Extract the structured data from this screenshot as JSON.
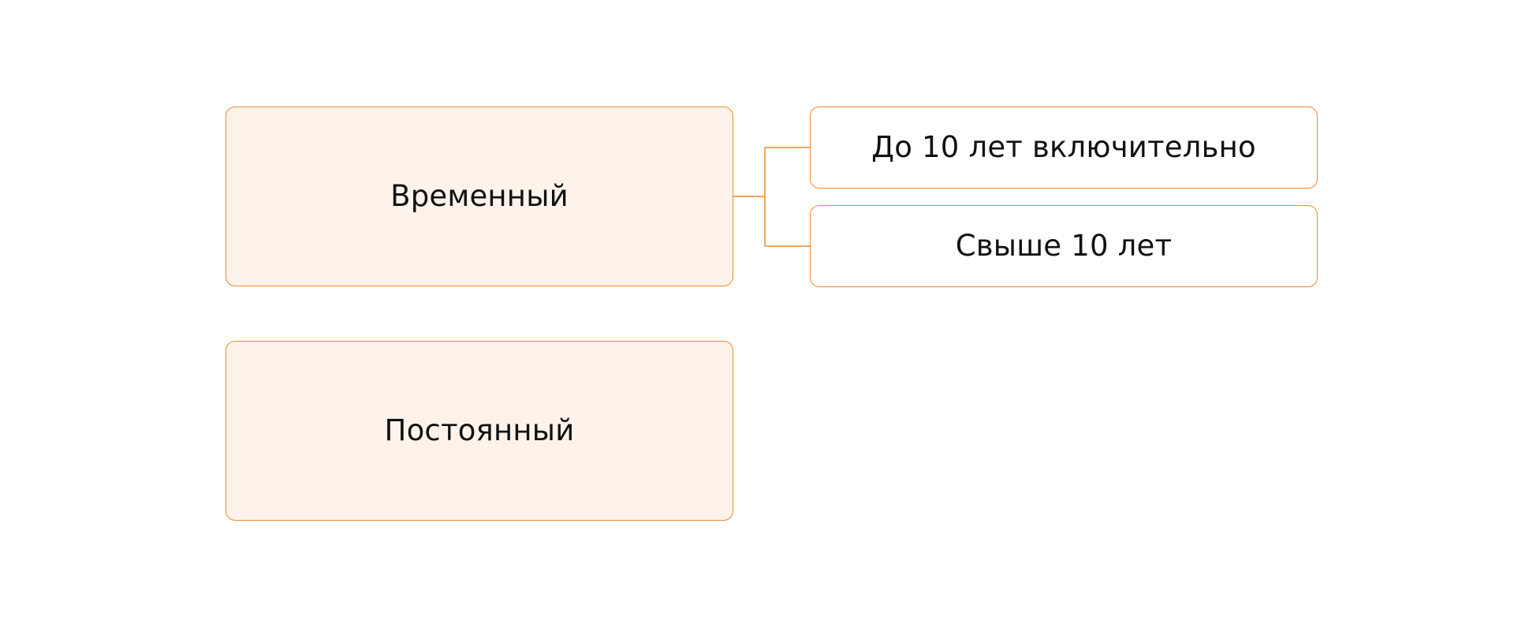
{
  "colors": {
    "accent": "#f08a2c",
    "primary_fill": "#fdf3ea",
    "secondary_fill": "#ffffff",
    "text": "#111111"
  },
  "nodes": {
    "temporary": {
      "label": "Временный"
    },
    "permanent": {
      "label": "Постоянный"
    },
    "up_to_10": {
      "label": "До 10 лет включительно"
    },
    "over_10": {
      "label": "Свыше 10 лет"
    }
  }
}
